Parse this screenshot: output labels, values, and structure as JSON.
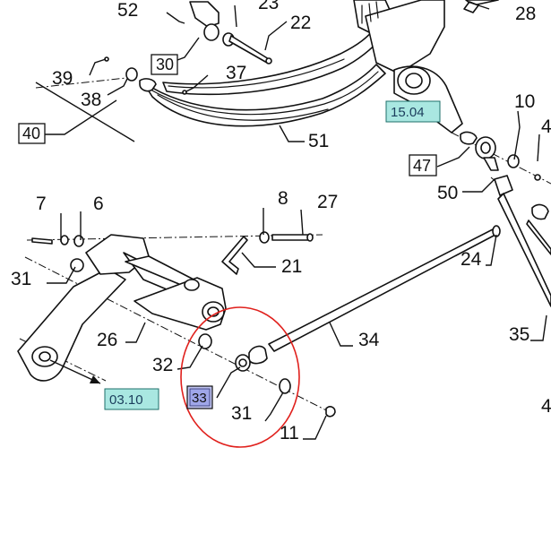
{
  "diagram": {
    "callouts": [
      {
        "key": "52",
        "text": "52"
      },
      {
        "key": "23",
        "text": "23"
      },
      {
        "key": "22",
        "text": "22"
      },
      {
        "key": "28",
        "text": "28"
      },
      {
        "key": "39",
        "text": "39"
      },
      {
        "key": "38",
        "text": "38"
      },
      {
        "key": "37",
        "text": "37"
      },
      {
        "key": "51",
        "text": "51"
      },
      {
        "key": "10",
        "text": "10"
      },
      {
        "key": "4a",
        "text": "4"
      },
      {
        "key": "50",
        "text": "50"
      },
      {
        "key": "7",
        "text": "7"
      },
      {
        "key": "6",
        "text": "6"
      },
      {
        "key": "8",
        "text": "8"
      },
      {
        "key": "27",
        "text": "27"
      },
      {
        "key": "21",
        "text": "21"
      },
      {
        "key": "24",
        "text": "24"
      },
      {
        "key": "31a",
        "text": "31"
      },
      {
        "key": "26",
        "text": "26"
      },
      {
        "key": "32",
        "text": "32"
      },
      {
        "key": "34",
        "text": "34"
      },
      {
        "key": "35",
        "text": "35"
      },
      {
        "key": "31b",
        "text": "31"
      },
      {
        "key": "11",
        "text": "11"
      },
      {
        "key": "4b",
        "text": "4"
      }
    ],
    "boxed_labels": [
      {
        "key": "30",
        "text": "30"
      },
      {
        "key": "40",
        "text": "40"
      },
      {
        "key": "47",
        "text": "47"
      }
    ],
    "reference_links": [
      {
        "key": "15.04",
        "text": "15.04",
        "color": "#a9e7e1"
      },
      {
        "key": "03.10",
        "text": "03.10",
        "color": "#a9e7e1"
      }
    ],
    "selected_part": {
      "text": "33",
      "color": "#9fa6e9"
    },
    "highlight_color": "#e0201c"
  }
}
